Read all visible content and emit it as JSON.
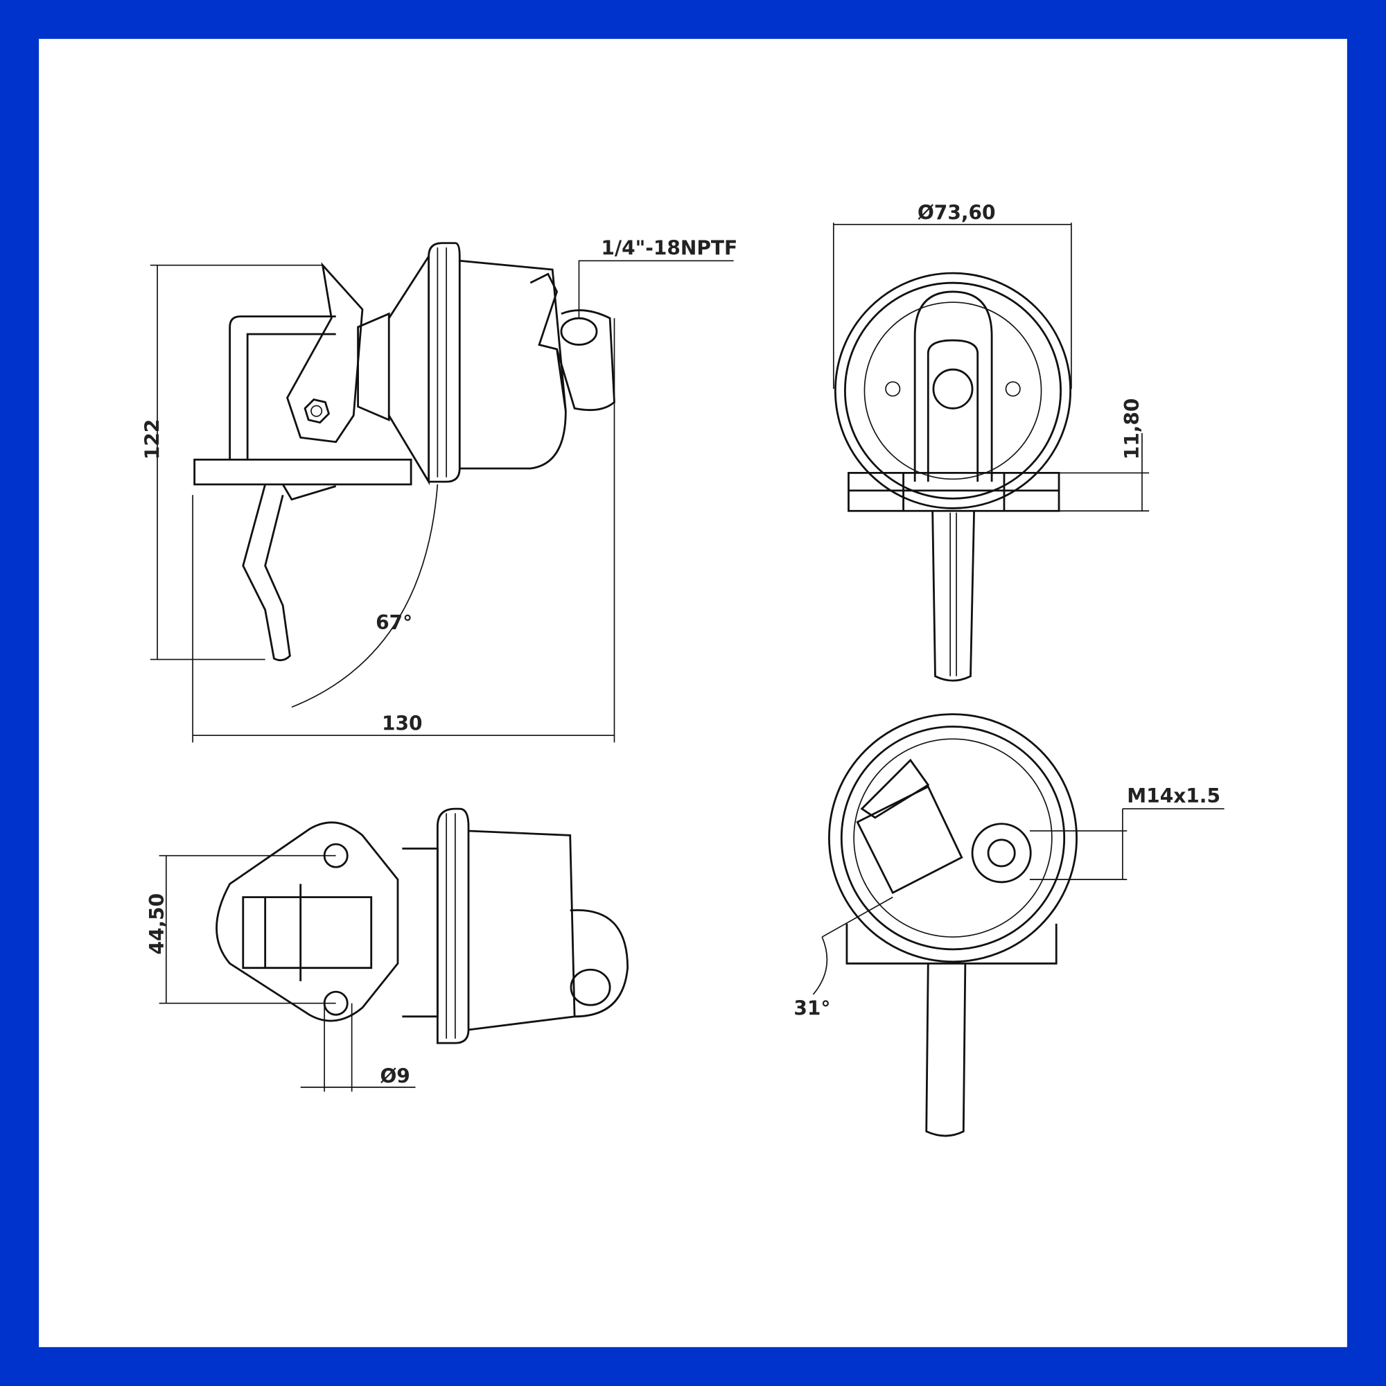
{
  "title": "Fuel pump dimension drawing",
  "colors": {
    "border": "#0033cc",
    "paper": "#ffffff",
    "ink": "#111111"
  },
  "dimensions": {
    "thread_outlet": "1/4\"-18NPTF",
    "diaphragm_diameter": "Ø73,60",
    "flange_thickness": "11,80",
    "height": "122",
    "lever_angle": "67°",
    "length": "130",
    "hole_spacing": "44,50",
    "hole_diameter": "Ø9",
    "inlet_thread": "M14x1.5",
    "outlet_angle": "31°"
  }
}
